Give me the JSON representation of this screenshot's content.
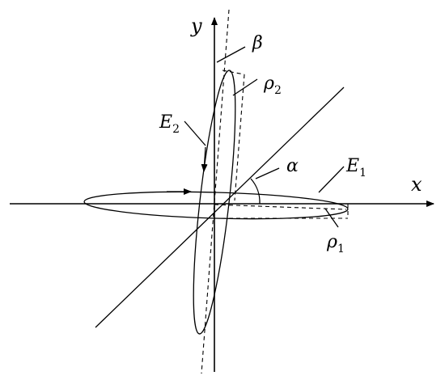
{
  "labels": {
    "axis_x": "x",
    "axis_y": "y",
    "beta": "β",
    "alpha": "α",
    "rho2": {
      "base": "ρ",
      "sub": "2"
    },
    "rho1": {
      "base": "ρ",
      "sub": "1"
    },
    "e2": {
      "base": "E",
      "sub": "2"
    },
    "e1": {
      "base": "E",
      "sub": "1"
    }
  }
}
